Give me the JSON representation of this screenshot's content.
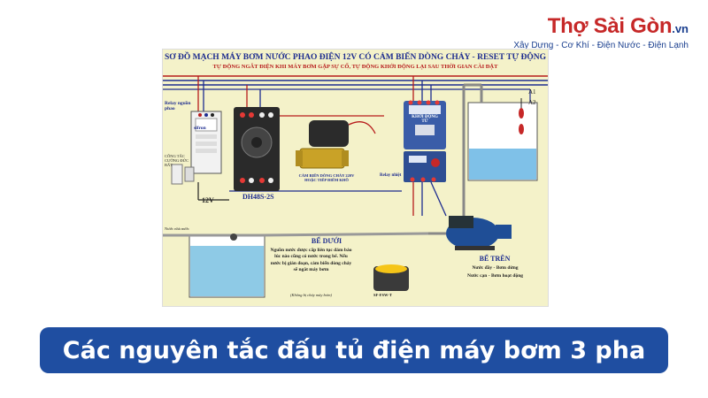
{
  "logo": {
    "main": "Thợ Sài Gòn",
    "suffix": ".vn",
    "tagline": "Xây Dựng - Cơ Khí - Điện Nước - Điện Lạnh"
  },
  "diagram": {
    "title": "SƠ ĐỒ MẠCH MÁY BƠM NƯỚC PHAO ĐIỆN 12V CÓ CẢM BIẾN DÒNG CHẢY - RESET TỰ ĐỘNG",
    "subtitle": "TỰ ĐỘNG NGẮT ĐIỆN KHI MÁY BƠM GẶP SỰ CỐ, TỰ ĐỘNG KHỞI ĐỘNG LẠI SAU THỜI GIAN CÀI ĐẶT",
    "relay_phao_label": "Relay nguồn phao",
    "relay_brand": "sifron",
    "cong_tac_label": "CÔNG TẮC CƯỜNG ĐỨC BẤT",
    "timer_label": "DH48S-2S",
    "sensor_label": "CẢM BIẾN DÒNG CHẢY 220V HOẶC TIẾP ĐIỂM KHÔ",
    "contactor_label": "KHỞI ĐỘNG TỪ",
    "relay_nhiet_label": "Relay nhiệt",
    "voltage_label": "12V",
    "level_a1": "A1",
    "level_a2": "A2",
    "be_duoi_title": "BỂ DƯỚI",
    "be_duoi_text": "Nguồn nước được cấp liên tục đảm bảo lúc nào cũng có nước trong bể. Nếu nước bị gián đoạn, cảm biến dòng chảy sẽ ngắt máy bơm",
    "be_duoi_note": "(Không bị cháy máy bơm)",
    "be_tren_title": "BỂ TRÊN",
    "be_tren_line1": "Nước đầy - Bơm dừng",
    "be_tren_line2": "Nước cạn - Bơm hoạt động",
    "nuoc_vao_label": "Nước nhà nước",
    "product_label": "SF-FSW-T"
  },
  "banner": {
    "text": "Các nguyên tắc đấu tủ điện máy bơm 3 pha"
  },
  "colors": {
    "brand_red": "#c62828",
    "brand_blue": "#1f4ea1",
    "panel_bg": "#f4f2c9"
  }
}
